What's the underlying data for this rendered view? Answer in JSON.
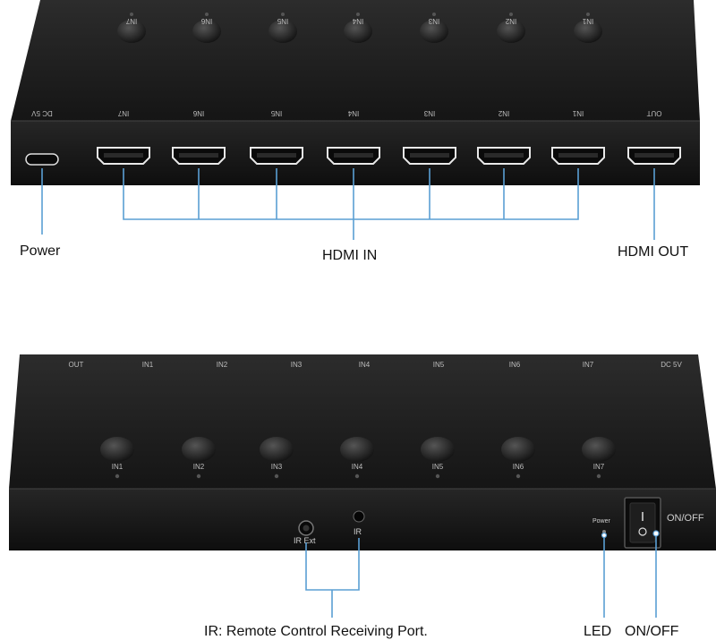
{
  "top_view": {
    "top_face_labels": [
      "IN7",
      "IN6",
      "IN5",
      "IN4",
      "IN3",
      "IN2",
      "IN1"
    ],
    "port_labels": [
      "DC 5V",
      "IN7",
      "IN6",
      "IN5",
      "IN4",
      "IN3",
      "IN2",
      "IN1",
      "OUT"
    ],
    "callouts": {
      "power": "Power",
      "hdmi_in": "HDMI IN",
      "hdmi_out": "HDMI OUT"
    }
  },
  "bottom_view": {
    "top_edge_labels": [
      "OUT",
      "IN1",
      "IN2",
      "IN3",
      "IN4",
      "IN5",
      "IN6",
      "IN7",
      "DC 5V"
    ],
    "button_labels": [
      "IN1",
      "IN2",
      "IN3",
      "IN4",
      "IN5",
      "IN6",
      "IN7"
    ],
    "front_labels": {
      "ir_ext": "IR Ext",
      "ir": "IR",
      "power_led": "Power",
      "on_off_side": "ON/OFF"
    },
    "callouts": {
      "ir": "IR: Remote Control Receiving Port.",
      "led": "LED",
      "on_off": "ON/OFF"
    }
  },
  "colors": {
    "body": "#1a1a1a",
    "leader": "#5a9fd4"
  }
}
